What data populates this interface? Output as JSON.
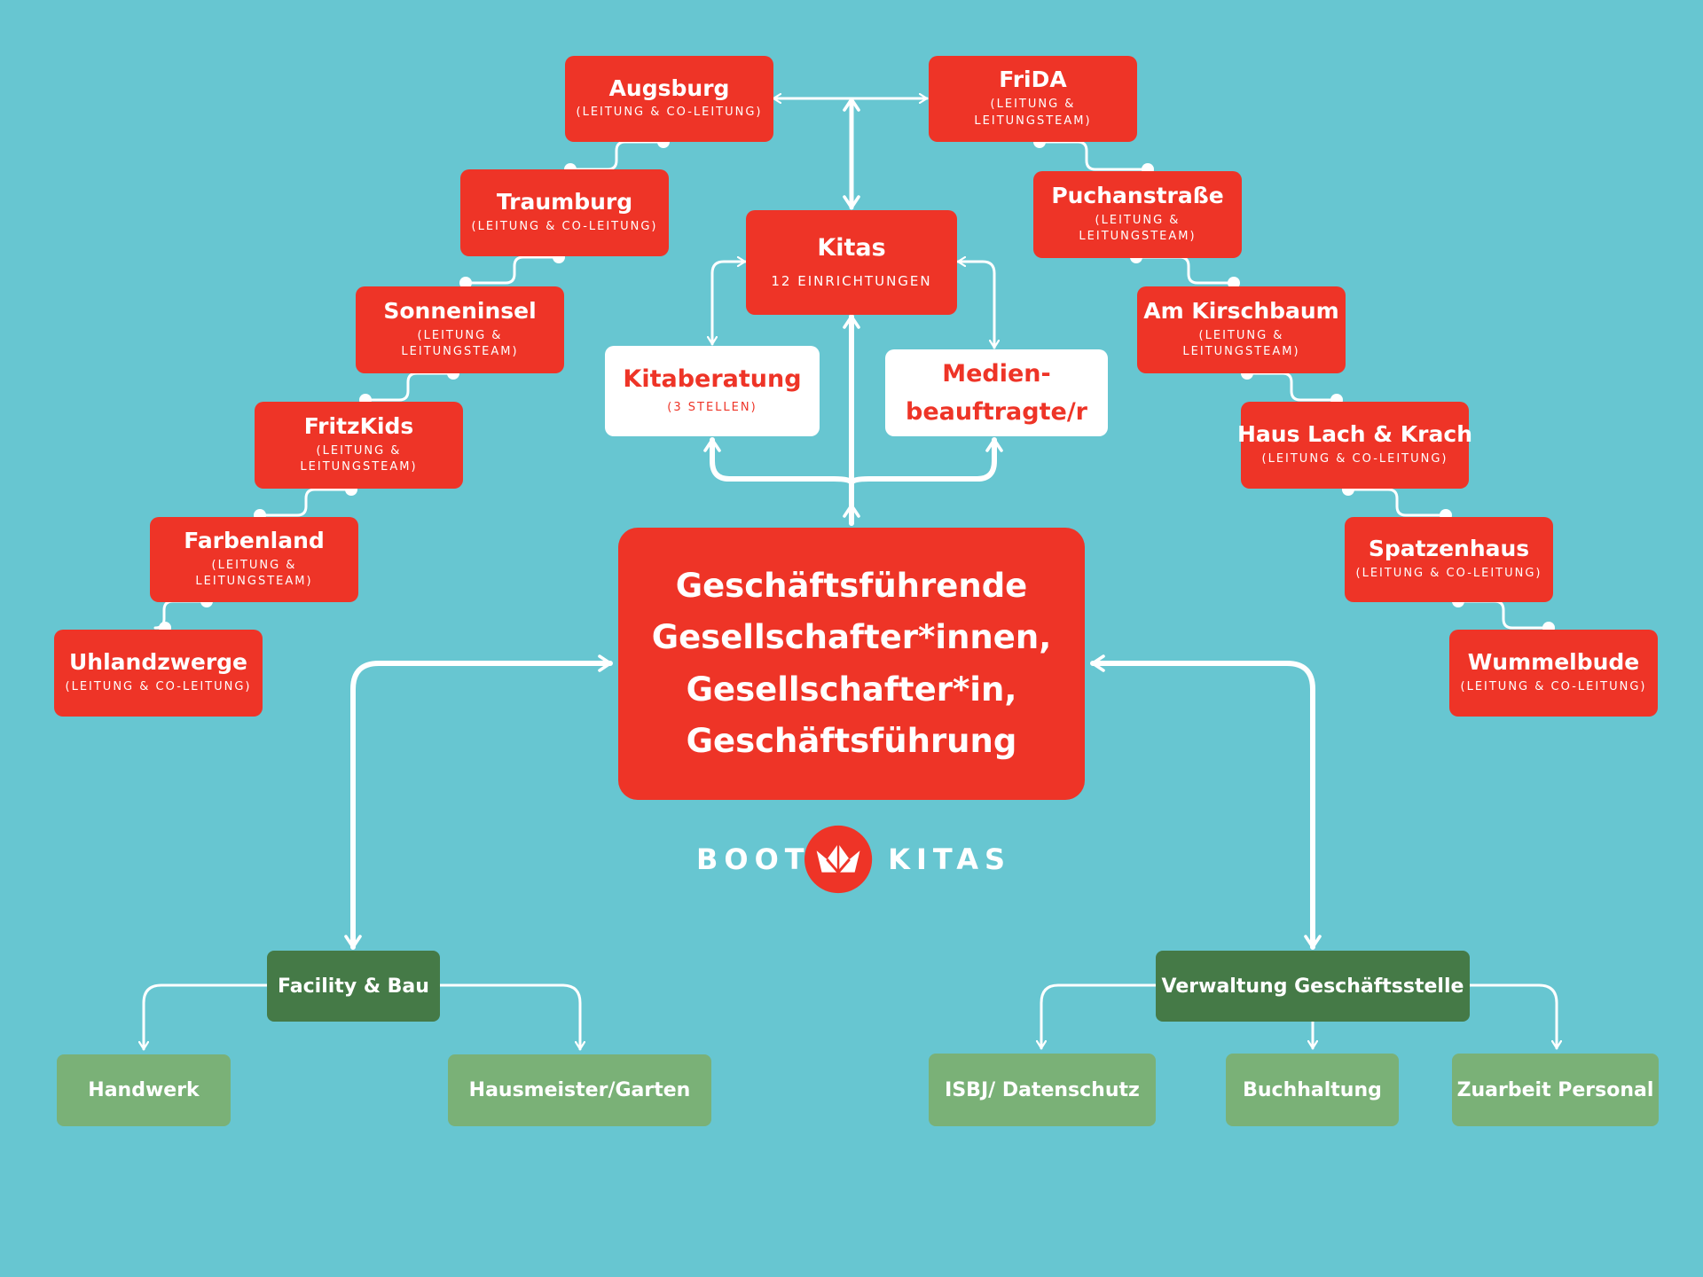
{
  "central": {
    "lines": [
      "Geschäftsführende",
      "Gesellschafter*innen,",
      "Gesellschafter*in,",
      "Geschäftsführung"
    ]
  },
  "kitas": {
    "title": "Kitas",
    "subtitle": "12 EINRICHTUNGEN"
  },
  "kitaberatung": {
    "title": "Kitaberatung",
    "subtitle": "(3 STELLEN)"
  },
  "medien": {
    "line1": "Medien-",
    "line2": "beauftragte/r"
  },
  "left_kitas": [
    {
      "name": "Augsburg",
      "role": "(LEITUNG & CO-LEITUNG)"
    },
    {
      "name": "Traumburg",
      "role": "(LEITUNG & CO-LEITUNG)"
    },
    {
      "name": "Sonneninsel",
      "role": "(LEITUNG & LEITUNGSTEAM)"
    },
    {
      "name": "FritzKids",
      "role": "(LEITUNG & LEITUNGSTEAM)"
    },
    {
      "name": "Farbenland",
      "role": "(LEITUNG & LEITUNGSTEAM)"
    },
    {
      "name": "Uhlandzwerge",
      "role": "(LEITUNG & CO-LEITUNG)"
    }
  ],
  "right_kitas": [
    {
      "name": "FriDA",
      "role": "(LEITUNG & LEITUNGSTEAM)"
    },
    {
      "name": "Puchanstraße",
      "role": "(LEITUNG & LEITUNGSTEAM)"
    },
    {
      "name": "Am Kirschbaum",
      "role": "(LEITUNG & LEITUNGSTEAM)"
    },
    {
      "name": "Haus Lach & Krach",
      "role": "(LEITUNG & CO-LEITUNG)"
    },
    {
      "name": "Spatzenhaus",
      "role": "(LEITUNG & CO-LEITUNG)"
    },
    {
      "name": "Wummelbude",
      "role": "(LEITUNG & CO-LEITUNG)"
    }
  ],
  "facility": {
    "title": "Facility & Bau",
    "children": [
      "Handwerk",
      "Hausmeister/Garten"
    ]
  },
  "verwaltung": {
    "title": "Verwaltung Geschäftsstelle",
    "children": [
      "ISBJ/ Datenschutz",
      "Buchhaltung",
      "Zuarbeit Personal"
    ]
  },
  "logo": {
    "left_word": "BOOT",
    "right_word": "KITAS"
  },
  "colors": {
    "background": "#67c6d1",
    "red": "#ee3427",
    "dark_green": "#457a47",
    "light_green": "#7ab177",
    "white": "#ffffff"
  }
}
